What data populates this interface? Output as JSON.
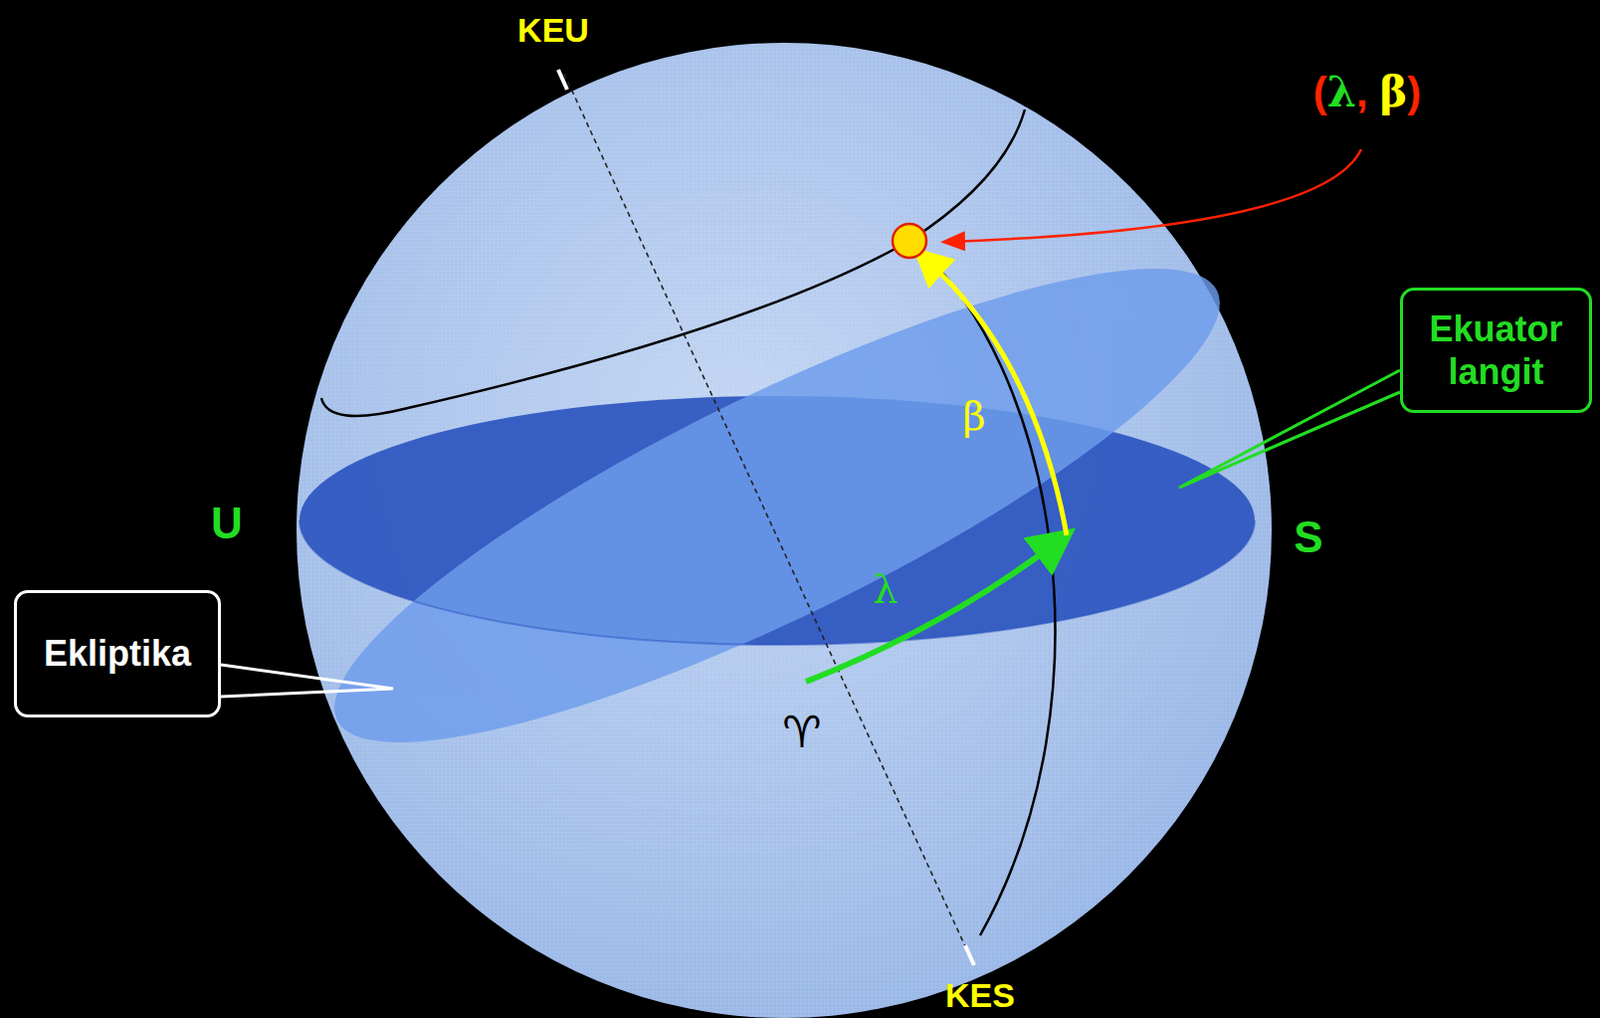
{
  "diagram": {
    "nodes": [
      {
        "text": [
          "Ekuator langit"
        ]
      },
      {
        "text": [
          "Ekliptika"
        ]
      }
    ],
    "labels": [
      "KEU",
      "(λ, β)",
      "β",
      "U",
      "S",
      "λ",
      "♈",
      "KES"
    ]
  }
}
